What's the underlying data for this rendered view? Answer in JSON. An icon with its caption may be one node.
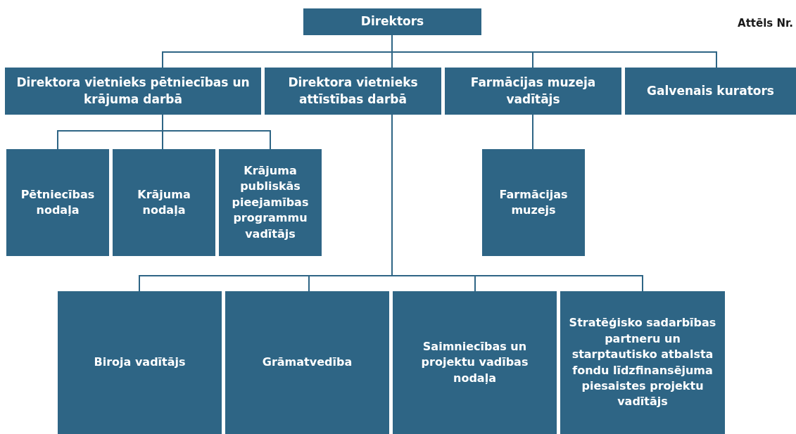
{
  "diagram": {
    "nodes": [
      {
        "text": [
          "Direktors"
        ]
      },
      {
        "text": [
          "Direktora vietnieks pētniecības un krājuma darbā"
        ]
      },
      {
        "text": [
          "Direktora vietnieks attīstības darbā"
        ]
      },
      {
        "text": [
          "Farmācijas muzeja vadītājs"
        ]
      },
      {
        "text": [
          "Galvenais kurators"
        ]
      },
      {
        "text": [
          "Pētniecības nodaļa"
        ]
      },
      {
        "text": [
          "Krājuma nodaļa"
        ]
      },
      {
        "text": [
          "Krājuma publiskās pieejamības programmu vadītājs"
        ]
      },
      {
        "text": [
          "Farmācijas muzejs"
        ]
      },
      {
        "text": [
          "Biroja vadītājs"
        ]
      },
      {
        "text": [
          "Grāmatvedība"
        ]
      },
      {
        "text": [
          "Saimniecības un projektu vadības nodaļa"
        ]
      },
      {
        "text": [
          "Stratēģisko sadarbības partneru un starptautisko atbalsta fondu līdzfinansējuma piesaistes projektu vadītājs"
        ]
      }
    ],
    "edges": [
      {
        "from": 0,
        "to": 1,
        "arrow": "none"
      },
      {
        "from": 0,
        "to": 2,
        "arrow": "none"
      },
      {
        "from": 0,
        "to": 3,
        "arrow": "none"
      },
      {
        "from": 0,
        "to": 4,
        "arrow": "none"
      },
      {
        "from": 1,
        "to": 5,
        "arrow": "none"
      },
      {
        "from": 1,
        "to": 6,
        "arrow": "none"
      },
      {
        "from": 1,
        "to": 7,
        "arrow": "none"
      },
      {
        "from": 3,
        "to": 8,
        "arrow": "none"
      },
      {
        "from": 2,
        "to": 9,
        "arrow": "none"
      },
      {
        "from": 2,
        "to": 10,
        "arrow": "none"
      },
      {
        "from": 2,
        "to": 11,
        "arrow": "none"
      },
      {
        "from": 2,
        "to": 12,
        "arrow": "none"
      }
    ],
    "labels": [
      "Attēls Nr."
    ]
  }
}
